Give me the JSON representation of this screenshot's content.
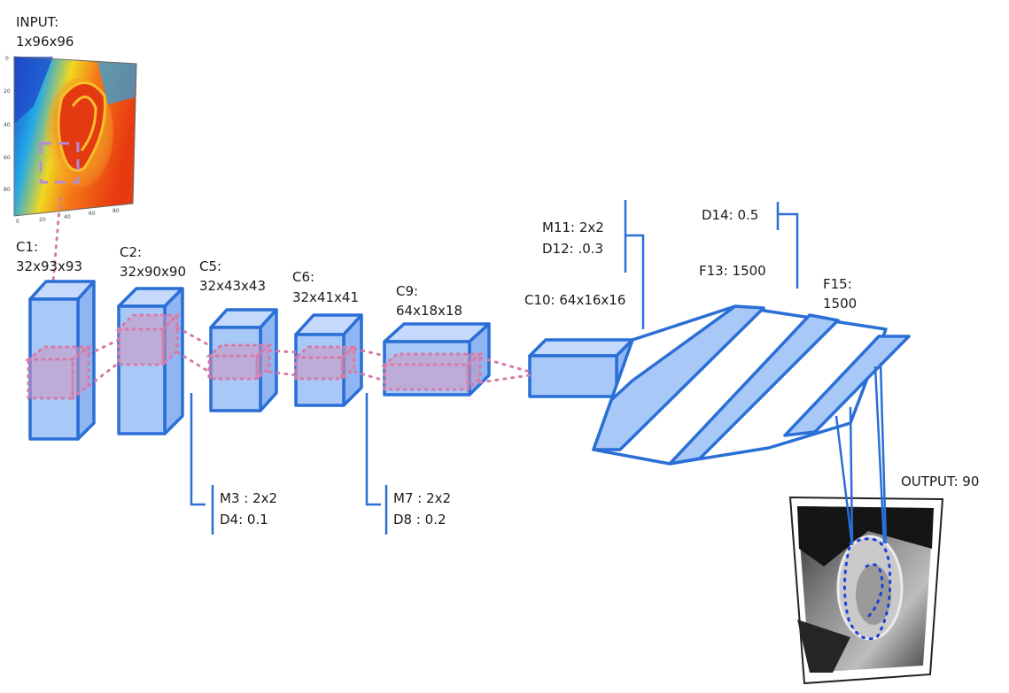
{
  "input": {
    "title": "INPUT:",
    "size": "1x96x96"
  },
  "output": {
    "title": "OUTPUT: 90"
  },
  "layers": {
    "c1": {
      "name": "C1:",
      "size": "32x93x93"
    },
    "c2": {
      "name": "C2:",
      "size": "32x90x90"
    },
    "c5": {
      "name": "C5:",
      "size": "32x43x43"
    },
    "c6": {
      "name": "C6:",
      "size": "32x41x41"
    },
    "c9": {
      "name": "C9:",
      "size": "64x18x18"
    },
    "c10": {
      "label": "C10: 64x16x16"
    },
    "f13": {
      "label": "F13: 1500"
    },
    "f15": {
      "name": "F15:",
      "size": "1500"
    }
  },
  "ops": {
    "m3": "M3 :  2x2",
    "d4": "D4:  0.1",
    "m7": "M7 : 2x2",
    "d8": "D8 :  0.2",
    "m11": "M11: 2x2",
    "d12": "D12: .0.3",
    "d14": "D14:  0.5"
  },
  "heatmap_ticks": {
    "y": [
      "0",
      "20",
      "40",
      "60",
      "80"
    ],
    "x": [
      "0",
      "20",
      "40",
      "60",
      "80"
    ]
  },
  "colors": {
    "layer_fill": "#a8c8f8",
    "layer_stroke": "#2a6fd6",
    "kernel_dots": "#d87aa8",
    "landmark_dots": "#1f3fd6"
  },
  "icons": {
    "input_image": "ear-heatmap-image",
    "output_image": "ear-photo-with-landmarks"
  }
}
